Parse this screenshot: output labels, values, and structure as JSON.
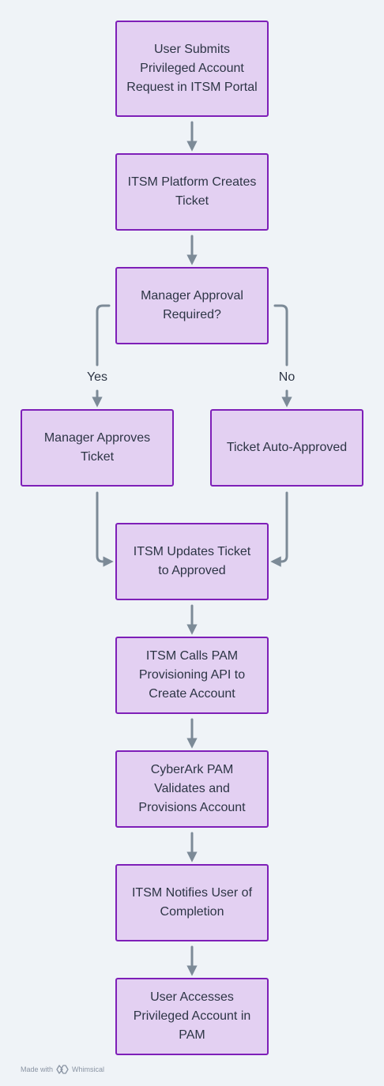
{
  "nodes": {
    "submit": "User Submits Privileged Account Request in ITSM Portal",
    "create_ticket": "ITSM Platform Creates Ticket",
    "approval_required": "Manager Approval Required?",
    "manager_approves": "Manager Approves Ticket",
    "auto_approved": "Ticket Auto-Approved",
    "updates_ticket": "ITSM Updates Ticket to Approved",
    "calls_pam": "ITSM Calls PAM Provisioning API to Create Account",
    "cyberark": "CyberArk PAM Validates and Provisions Account",
    "notifies": "ITSM Notifies User of Completion",
    "accesses": "User Accesses Privileged Account in PAM"
  },
  "edge_labels": {
    "yes": "Yes",
    "no": "No"
  },
  "footer": {
    "made_with": "Made with",
    "brand": "Whimsical"
  },
  "colors": {
    "node_fill": "#e3d0f2",
    "node_border": "#7e1fb8",
    "arrow": "#7c8a97",
    "background": "#eff3f7"
  }
}
